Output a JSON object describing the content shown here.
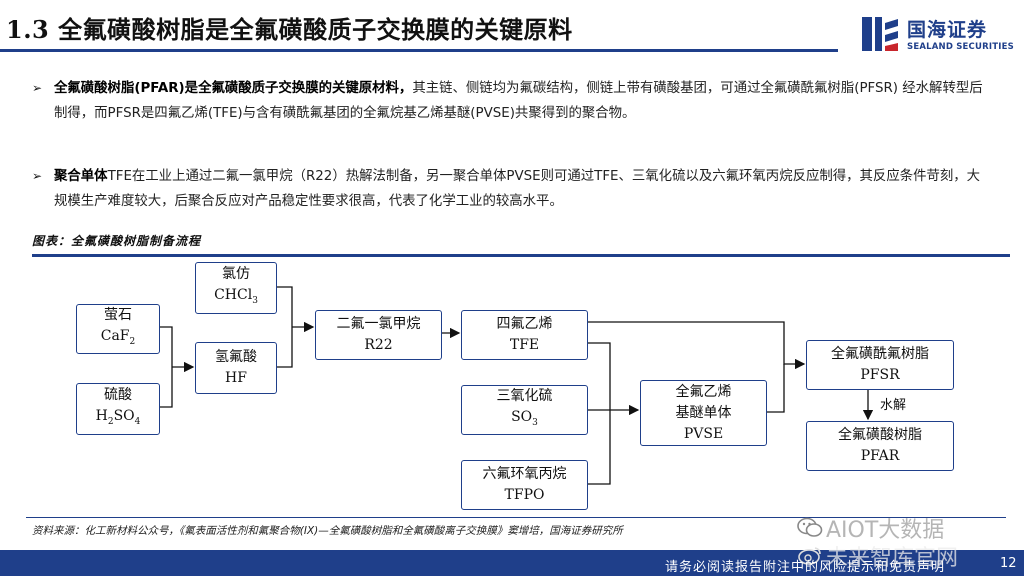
{
  "header": {
    "title": "1.3 全氟磺酸树脂是全氟磺酸质子交换膜的关键原料",
    "logo_cn": "国海证券",
    "logo_en": "SEALAND SECURITIES",
    "accent_color": "#1f3f8a"
  },
  "bullets": [
    {
      "arrow": "➢",
      "bold": "全氟磺酸树脂(PFAR)是全氟磺酸质子交换膜的关键原材料，",
      "text": "其主链、侧链均为氟碳结构，侧链上带有磺酸基团，可通过全氟磺酰氟树脂(PFSR) 经水解转型后制得，而PFSR是四氟乙烯(TFE)与含有磺酰氟基团的全氟烷基乙烯基醚(PVSE)共聚得到的聚合物。"
    },
    {
      "arrow": "➢",
      "bold": "聚合单体",
      "text": "TFE在工业上通过二氟一氯甲烷（R22）热解法制备，另一聚合单体PVSE则可通过TFE、三氧化硫以及六氟环氧丙烷反应制得，其反应条件苛刻，大规模生产难度较大，后聚合反应对产品稳定性要求很高，代表了化学工业的较高水平。"
    }
  ],
  "figure": {
    "caption": "图表：全氟磺酸树脂制备流程",
    "nodes": {
      "chcl3": {
        "name": "氯仿",
        "formula_base": "CHCl",
        "formula_sub": "3"
      },
      "caf2": {
        "name": "萤石",
        "formula_base": "CaF",
        "formula_sub": "2"
      },
      "hf": {
        "name": "氢氟酸",
        "formula": "HF"
      },
      "h2so4": {
        "name": "硫酸",
        "f1": "H",
        "f1_sub": "2",
        "f2": "SO",
        "f2_sub": "4"
      },
      "r22": {
        "name": "二氟一氯甲烷",
        "formula": "R22"
      },
      "tfe": {
        "name": "四氟乙烯",
        "formula": "TFE"
      },
      "so3": {
        "name": "三氧化硫",
        "formula_base": "SO",
        "formula_sub": "3"
      },
      "tfpo": {
        "name": "六氟环氧丙烷",
        "formula": "TFPO"
      },
      "pvse": {
        "name_line1": "全氟乙烯",
        "name_line2": "基醚单体",
        "formula": "PVSE"
      },
      "pfsr": {
        "name": "全氟磺酰氟树脂",
        "formula": "PFSR"
      },
      "pfar": {
        "name": "全氟磺酸树脂",
        "formula": "PFAR"
      }
    },
    "edge_label": "水解"
  },
  "footer": {
    "source": "资料来源：化工新材料公众号，《氟表面活性剂和氟聚合物(IX)—全氟磺酸树脂和全氟磺酸离子交换膜》窦增培，国海证券研究所",
    "disclaimer": "请务必阅读报告附注中的风险提示和免责声明",
    "page_number": "12"
  },
  "watermarks": {
    "line1": "AIOT大数据",
    "line2": "未来智库官网"
  }
}
